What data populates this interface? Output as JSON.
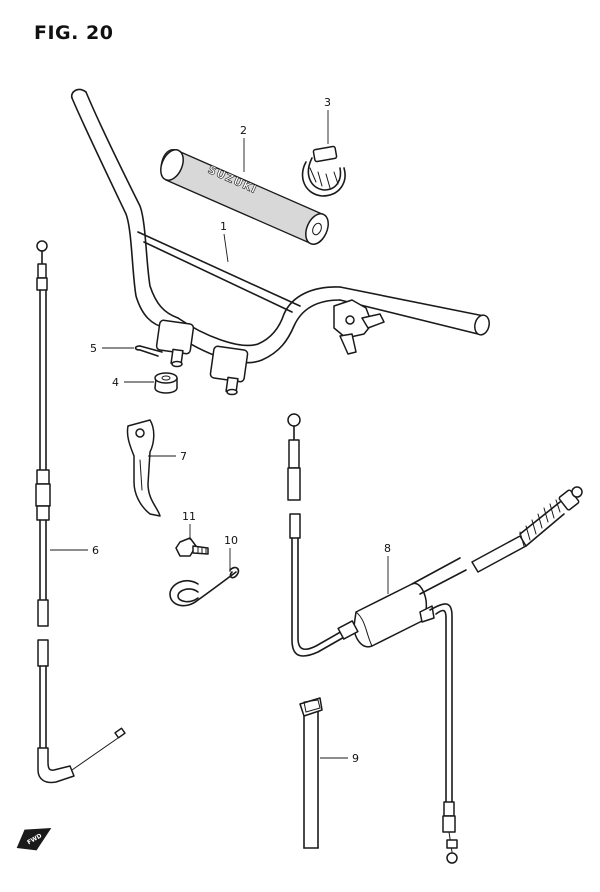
{
  "figure": {
    "title": "FIG. 20",
    "grip_brand": "SUZUKI",
    "direction_marker": "FWD"
  },
  "callouts": [
    {
      "id": "1",
      "part": "handlebar"
    },
    {
      "id": "2",
      "part": "handlebar-pad"
    },
    {
      "id": "3",
      "part": "pad-strap"
    },
    {
      "id": "4",
      "part": "nut"
    },
    {
      "id": "5",
      "part": "cotter-pin"
    },
    {
      "id": "6",
      "part": "cable-a"
    },
    {
      "id": "7",
      "part": "bracket"
    },
    {
      "id": "8",
      "part": "cable-b"
    },
    {
      "id": "9",
      "part": "cable-protector"
    },
    {
      "id": "10",
      "part": "wire-clamp"
    },
    {
      "id": "11",
      "part": "bolt"
    }
  ]
}
